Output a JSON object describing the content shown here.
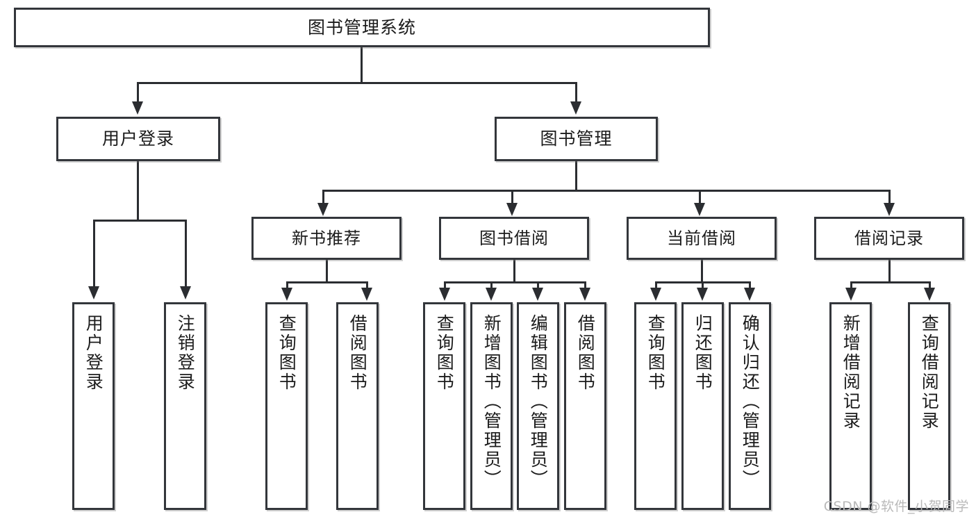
{
  "diagram": {
    "kind": "tree-hierarchy-chart",
    "title": "图书管理系统",
    "stroke_color": "#33363b",
    "background_color": "#ffffff",
    "text_color": "#1b1b1b"
  },
  "root": {
    "label": "图书管理系统"
  },
  "branches": [
    {
      "label": "用户登录"
    },
    {
      "label": "图书管理"
    }
  ],
  "sections": [
    {
      "label": "新书推荐"
    },
    {
      "label": "图书借阅"
    },
    {
      "label": "当前借阅"
    },
    {
      "label": "借阅记录"
    }
  ],
  "leaves": {
    "user_login": [
      {
        "label": "用户登录"
      },
      {
        "label": "注销登录"
      }
    ],
    "new_book_recommend": [
      {
        "label": "查询图书"
      },
      {
        "label": "借阅图书"
      }
    ],
    "book_borrow": [
      {
        "label": "查询图书"
      },
      {
        "label": "新增图书（管理员）"
      },
      {
        "label": "编辑图书（管理员）"
      },
      {
        "label": "借阅图书"
      }
    ],
    "current_borrow": [
      {
        "label": "查询图书"
      },
      {
        "label": "归还图书"
      },
      {
        "label": "确认归还（管理员）"
      }
    ],
    "borrow_record": [
      {
        "label": "新增借阅记录"
      },
      {
        "label": "查询借阅记录"
      }
    ]
  },
  "watermark": {
    "text": "CSDN @软件_小贺同学"
  }
}
